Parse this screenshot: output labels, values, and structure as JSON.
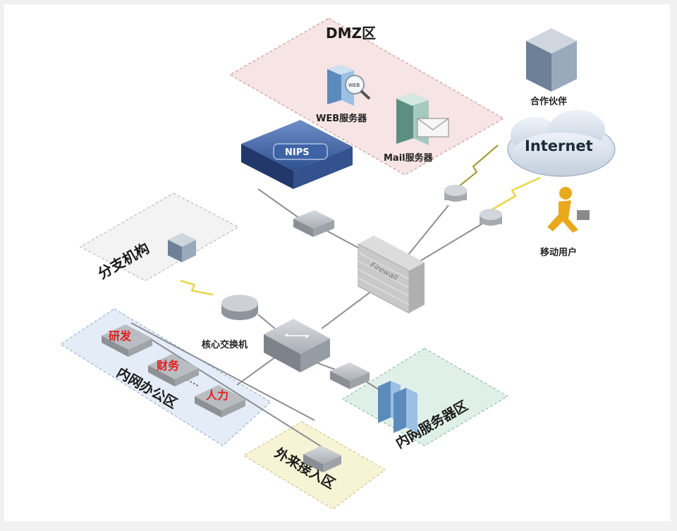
{
  "zones": {
    "dmz": "DMZ区",
    "branch": "分支机构",
    "office": "内网办公区",
    "servers": "内网服务器区",
    "guest": "外来接入区"
  },
  "nodes": {
    "web_server": "WEB服务器",
    "web_badge": "WEB",
    "mail_server": "Mail服务器",
    "nips": "NIPS",
    "partner": "合作伙伴",
    "internet": "Internet",
    "mobile_user": "移动用户",
    "core_switch": "核心交换机",
    "firewall": "Firewall"
  },
  "departments": [
    "研发",
    "财务",
    "人力"
  ],
  "colors": {
    "dmz_fill": "#f7e4e4",
    "branch_fill": "#f3f3f3",
    "office_fill": "#e4ecf7",
    "servers_fill": "#dff0e8",
    "guest_fill": "#f7f4d6",
    "dept_text": "#e02020",
    "nips_blue": "#2d4f8f",
    "lightning": "#e8d64a"
  }
}
